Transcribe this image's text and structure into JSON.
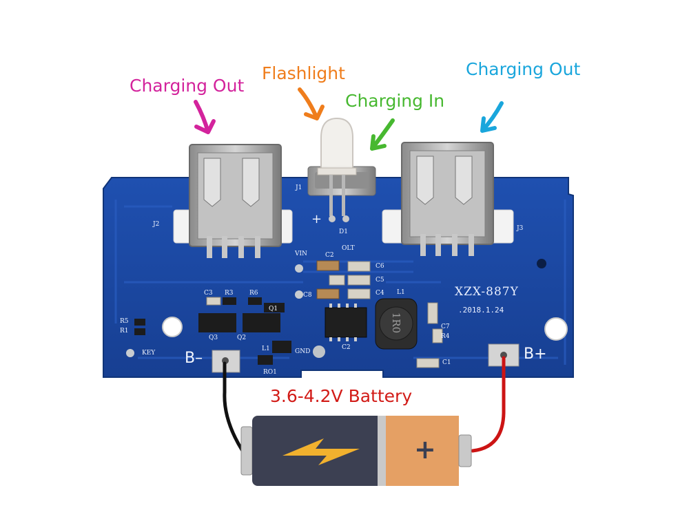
{
  "labels": {
    "charging_out_left": {
      "text": "Charging Out",
      "color": "#d3239c"
    },
    "flashlight": {
      "text": "Flashlight",
      "color": "#ef7d1c"
    },
    "charging_in": {
      "text": "Charging In",
      "color": "#47b830"
    },
    "charging_out_right": {
      "text": "Charging Out",
      "color": "#1aa6dc"
    }
  },
  "board": {
    "model": "XZX-887Y",
    "date": ".2018.1.24",
    "color": "#1c4aa6",
    "silkscreen": {
      "j1": "J1",
      "j2": "J2",
      "j3": "J3",
      "d1": "D1",
      "plus": "+",
      "vin": "VIN",
      "olt": "OLT",
      "c2": "C2",
      "c3": "C3",
      "c4": "C4",
      "c5": "C5",
      "c6": "C6",
      "c7": "C7",
      "c8": "C8",
      "c1": "C1",
      "r1": "R1",
      "r3": "R3",
      "r4": "R4",
      "r5": "R5",
      "r6": "R6",
      "q1": "Q1",
      "q2": "Q2",
      "q3": "Q3",
      "l1": "L1",
      "l1b": "L1",
      "ro1": "RO1",
      "gnd": "GND",
      "key": "KEY",
      "inductor": "1R0"
    }
  },
  "pads": {
    "negative": "B–",
    "positive": "B+"
  },
  "battery": {
    "label": "3.6-4.2V Battery",
    "plus_symbol": "+",
    "label_color": "#d21b17"
  },
  "colors": {
    "wire_negative": "#111111",
    "wire_positive": "#cc1414",
    "battery_body": "#3c4052",
    "battery_cap": "#e5a064",
    "bolt": "#f1b12e"
  }
}
